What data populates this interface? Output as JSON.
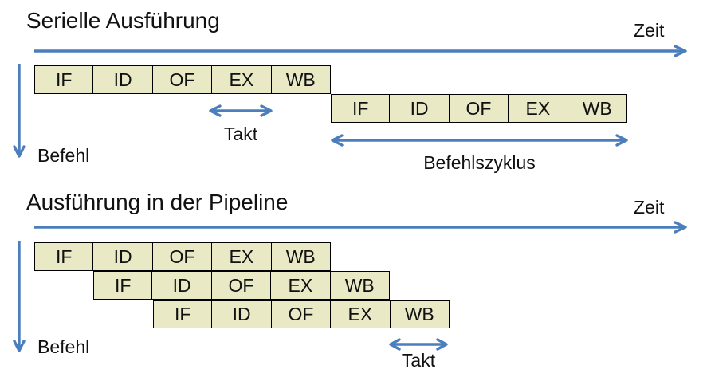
{
  "colors": {
    "accent_blue": "#4b7ebd",
    "box_fill": "#e9e9c6",
    "box_border": "#000000"
  },
  "sections": {
    "serial": {
      "title": "Serielle Ausführung",
      "time_axis_label": "Zeit",
      "instruction_axis_label": "Befehl",
      "clock_label": "Takt",
      "instruction_cycle_label": "Befehlszyklus",
      "rows": [
        {
          "cells": [
            "IF",
            "ID",
            "OF",
            "EX",
            "WB"
          ]
        },
        {
          "cells": [
            "IF",
            "ID",
            "OF",
            "EX",
            "WB"
          ]
        }
      ]
    },
    "pipeline": {
      "title": "Ausführung in der Pipeline",
      "time_axis_label": "Zeit",
      "instruction_axis_label": "Befehl",
      "clock_label": "Takt",
      "rows": [
        {
          "cells": [
            "IF",
            "ID",
            "OF",
            "EX",
            "WB"
          ]
        },
        {
          "cells": [
            "IF",
            "ID",
            "OF",
            "EX",
            "WB"
          ]
        },
        {
          "cells": [
            "IF",
            "ID",
            "OF",
            "EX",
            "WB"
          ]
        }
      ]
    }
  }
}
